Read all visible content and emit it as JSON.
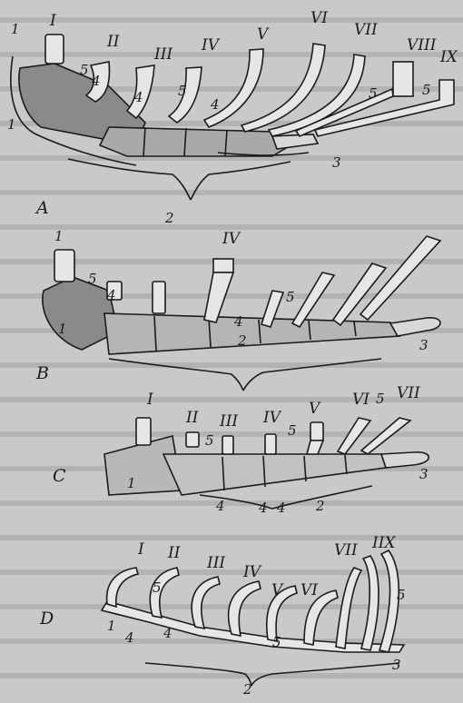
{
  "panels": [
    {
      "id": "A",
      "panel_label": "A",
      "rib_numerals": [
        "I",
        "II",
        "III",
        "IV",
        "V",
        "VI",
        "VII",
        "VIII",
        "IX"
      ],
      "part_labels": [
        "1",
        "1",
        "5",
        "4",
        "4",
        "5",
        "4",
        "5",
        "5",
        "3",
        "2"
      ]
    },
    {
      "id": "B",
      "panel_label": "B",
      "rib_numerals": [
        "IV"
      ],
      "part_labels": [
        "1",
        "5",
        "4",
        "1",
        "4",
        "5",
        "2",
        "3"
      ]
    },
    {
      "id": "C",
      "panel_label": "C",
      "rib_numerals": [
        "I",
        "II",
        "III",
        "IV",
        "V",
        "VI",
        "VII"
      ],
      "part_labels": [
        "5",
        "5",
        "5",
        "3",
        "1",
        "4",
        "4",
        "2",
        "4"
      ]
    },
    {
      "id": "D",
      "panel_label": "D",
      "rib_numerals": [
        "I",
        "II",
        "III",
        "IV",
        "V",
        "VI",
        "VII",
        "IIX"
      ],
      "part_labels": [
        "5",
        "5",
        "5",
        "1",
        "4",
        "4",
        "3",
        "2"
      ]
    }
  ],
  "colors": {
    "page_background": "#c9c9c7",
    "ink": "#1b1b1b",
    "bone_shading": "#5a5a58",
    "bone_light": "#e6e6e4"
  }
}
